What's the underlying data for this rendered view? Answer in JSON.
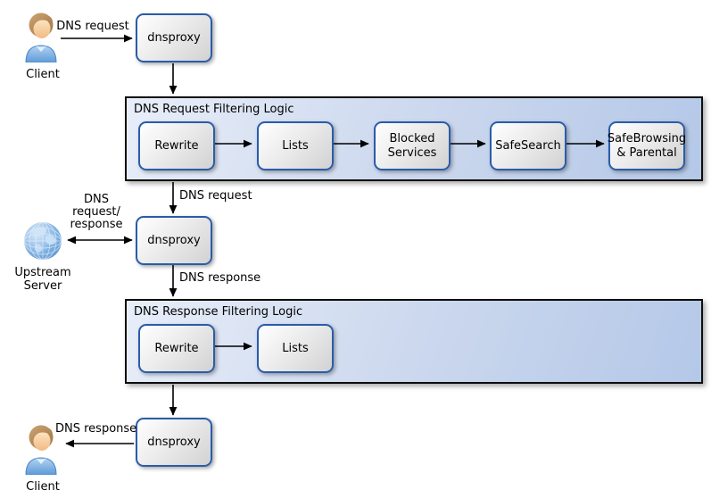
{
  "diagram": {
    "nodes": {
      "client_top": {
        "label": "Client"
      },
      "dnsproxy_top": {
        "label": "dnsproxy"
      },
      "upstream_server": {
        "label": "Upstream\nServer"
      },
      "dnsproxy_middle": {
        "label": "dnsproxy"
      },
      "dnsproxy_bottom": {
        "label": "dnsproxy"
      },
      "client_bottom": {
        "label": "Client"
      }
    },
    "containers": {
      "request_filtering": {
        "title": "DNS Request Filtering Logic",
        "steps": [
          {
            "label": "Rewrite"
          },
          {
            "label": "Lists"
          },
          {
            "label": "Blocked\nServices"
          },
          {
            "label": "SafeSearch"
          },
          {
            "label": "SafeBrowsing\n& Parental"
          }
        ]
      },
      "response_filtering": {
        "title": "DNS Response Filtering Logic",
        "steps": [
          {
            "label": "Rewrite"
          },
          {
            "label": "Lists"
          }
        ]
      }
    },
    "edge_labels": {
      "client_to_dnsproxy": "DNS request",
      "filtered_request": "DNS request",
      "upstream_exchange": "DNS\nrequest/\nresponse",
      "dns_response": "DNS response",
      "response_to_client": "DNS response"
    },
    "icons": {
      "client_top": "person-icon",
      "upstream_server": "globe-icon",
      "client_bottom": "person-icon"
    },
    "colors": {
      "container_fill_light": "#e8eef9",
      "container_fill_dark": "#b4c8e8",
      "container_border": "#0d0d0d",
      "box_border": "#2a5caa",
      "box_fill_light": "#ffffff",
      "box_fill_dark": "#d2d2d2",
      "arrow": "#000000",
      "person_shirt": "#6fa4dd",
      "person_hair": "#b98f5e",
      "globe_blue": "#5d97d4"
    }
  }
}
